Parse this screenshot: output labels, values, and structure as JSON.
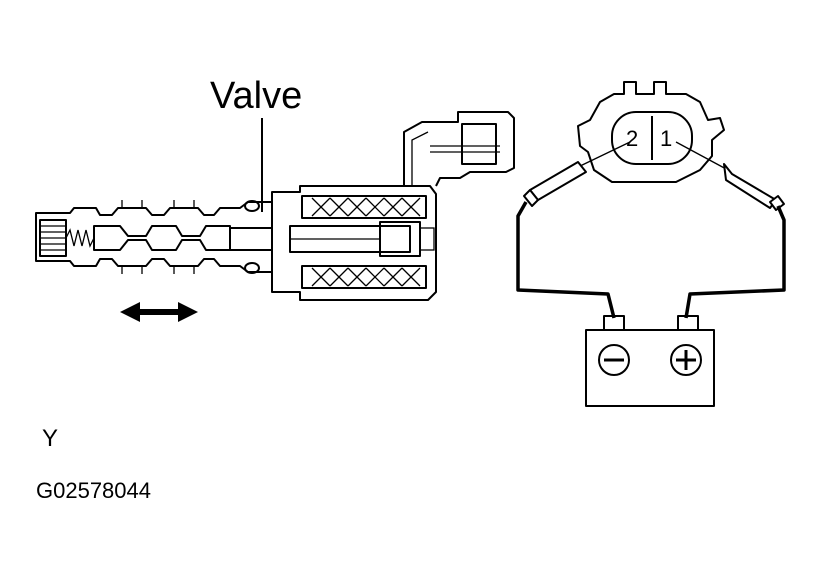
{
  "labels": {
    "valve": "Valve",
    "view_letter": "Y",
    "figure_code": "G02578044"
  },
  "connector": {
    "pins": [
      "2",
      "1"
    ]
  },
  "battery": {
    "negative_symbol": "−",
    "positive_symbol": "+"
  }
}
